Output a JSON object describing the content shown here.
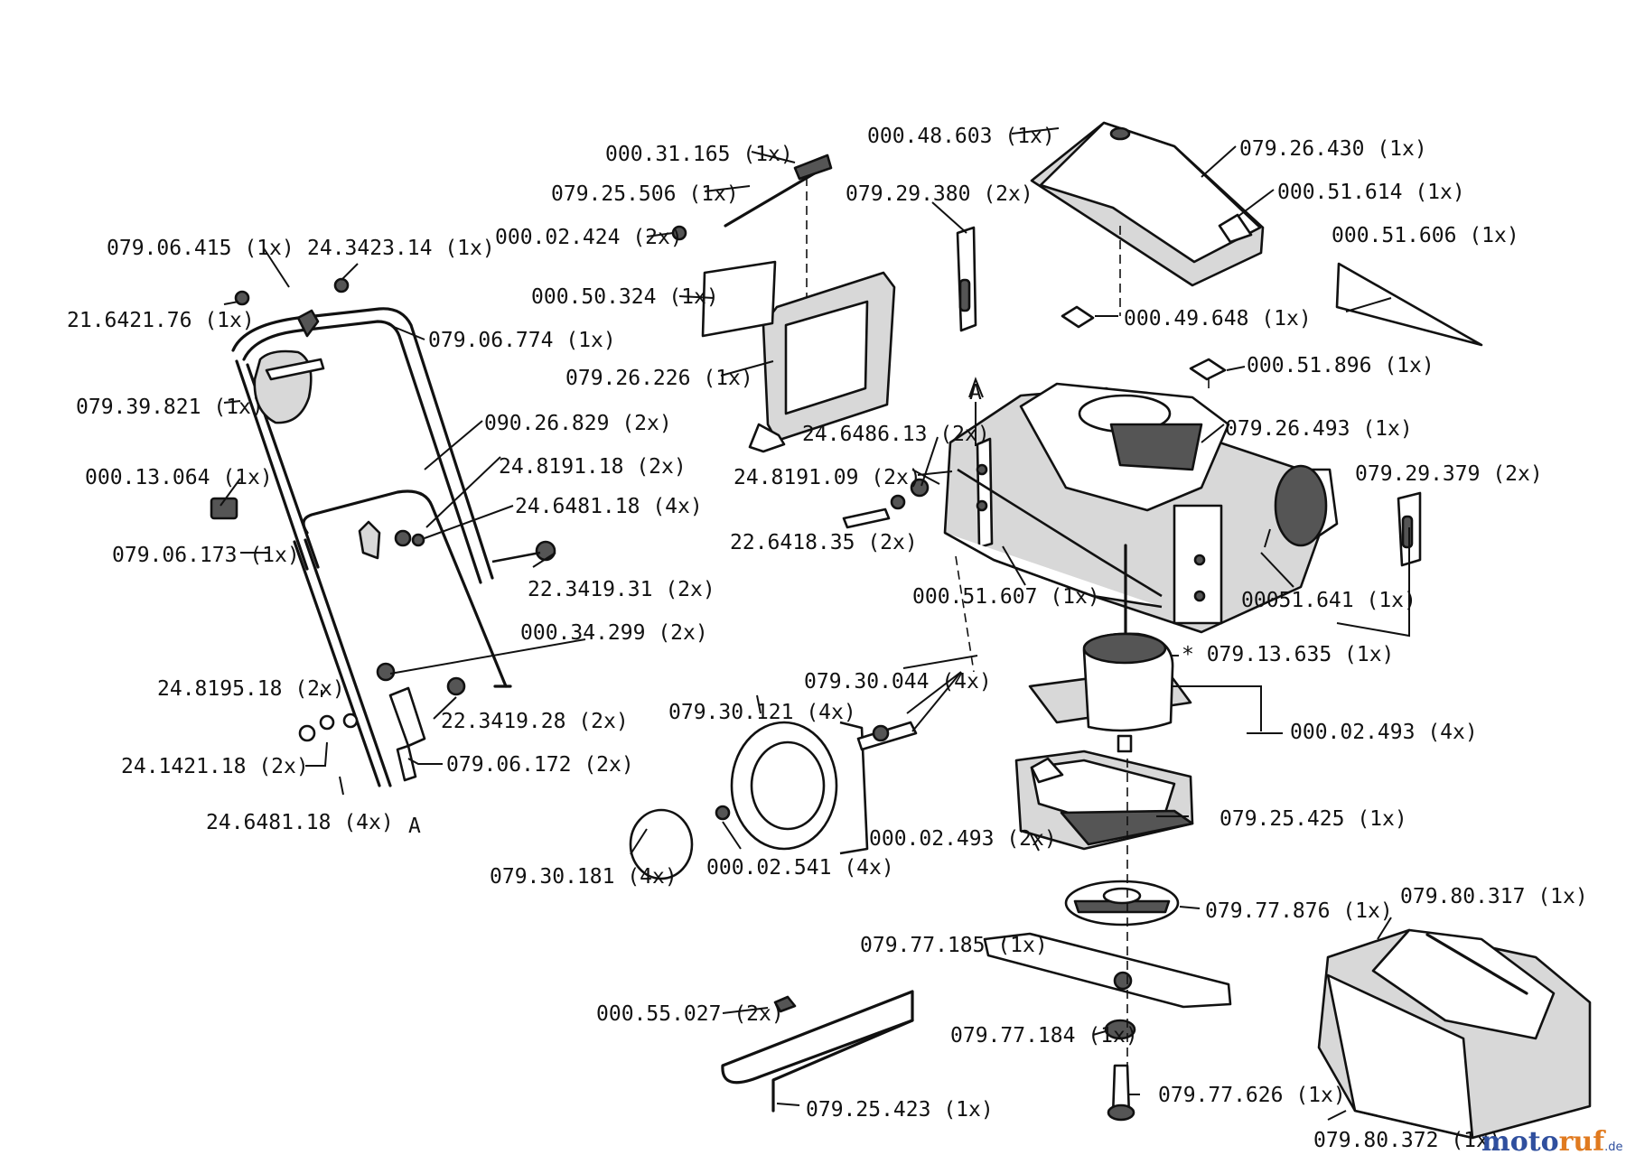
{
  "labels": [
    "000.31.165 (1x)",
    "079.25.506 (1x)",
    "000.02.424 (2x)",
    "000.48.603 (1x)",
    "079.26.430 (1x)",
    "000.51.614 (1x)",
    "079.29.380 (2x)",
    "000.51.606 (1x)",
    "079.06.415 (1x)",
    "24.3423.14 (1x)",
    "21.6421.76 (1x)",
    "000.50.324 (1x)",
    "079.06.774 (1x)",
    "000.49.648 (1x)",
    "079.26.226 (1x)",
    "000.51.896 (1x)",
    "079.39.821 (1x)",
    "090.26.829 (2x)",
    "24.6486.13 (2x)",
    "079.26.493 (1x)",
    "000.13.064 (1x)",
    "24.8191.18 (2x)",
    "24.8191.09 (2x)",
    "079.29.379 (2x)",
    "24.6481.18 (4x)",
    "079.06.173 (1x)",
    "22.6418.35 (2x)",
    "000.51.607 (1x)",
    "00051.641 (1x)",
    "22.3419.31 (2x)",
    "000.34.299 (2x)",
    "* 079.13.635 (1x)",
    "24.8195.18 (2x)",
    "079.30.044 (4x)",
    "079.30.121 (4x)",
    "22.3419.28 (2x)",
    "000.02.493 (4x)",
    "24.1421.18 (2x)",
    "079.06.172 (2x)",
    "079.25.425 (1x)",
    "24.6481.18 (4x)",
    "000.02.493 (2x)",
    "079.30.181 (4x)",
    "000.02.541 (4x)",
    "079.77.876 (1x)",
    "079.80.317 (1x)",
    "079.77.185 (1x)",
    "000.55.027 (2x)",
    "079.77.184 (1x)",
    "079.77.626 (1x)",
    "079.25.423 (1x)",
    "079.80.372 (1x)"
  ],
  "markers": {
    "ref_a_top": "A",
    "ref_a_bottom": "A"
  },
  "watermark": {
    "part_a": "moto",
    "part_b": "ruf",
    "part_c": ".de"
  }
}
